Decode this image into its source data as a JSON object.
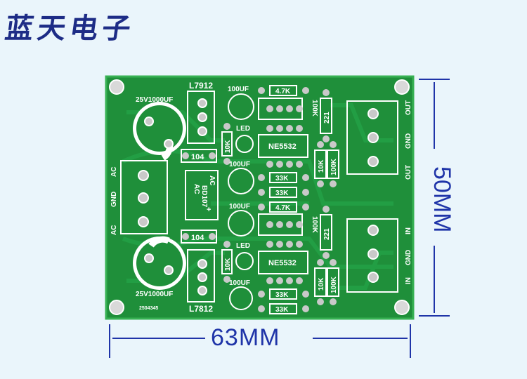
{
  "brand": {
    "name": "蓝天电子"
  },
  "board": {
    "regulator_top": "L7912",
    "regulator_bottom": "L7812",
    "cap_top": "25V1000UF",
    "cap_bottom": "25V1000UF",
    "bridge_ac1": "AC",
    "bridge_ac2": "AC",
    "bridge_part": "BD107",
    "bridge_minus": "-",
    "bridge_plus": "+",
    "cap_104_top": "104",
    "cap_104_bottom": "104",
    "ac_terminal": [
      "AC",
      "GND",
      "AC"
    ],
    "out_terminal": [
      "OUT",
      "GND",
      "OUT"
    ],
    "in_terminal": [
      "IN",
      "GND",
      "IN"
    ],
    "opamp_top": "NE5532",
    "opamp_bottom": "NE5532",
    "cap_100uf_labels": [
      "100UF",
      "100UF",
      "100UF",
      "100UF"
    ],
    "led_labels": [
      "LED",
      "LED"
    ],
    "res_10k_v": [
      "10K",
      "10K"
    ],
    "res_47k": [
      "4.7K",
      "4.7K"
    ],
    "res_33k": [
      "33K",
      "33K",
      "33K",
      "33K"
    ],
    "res_100k_v": [
      "100K",
      "100K"
    ],
    "res_221": [
      "221",
      "221"
    ],
    "res_10k_side": [
      "10K",
      "10K"
    ],
    "res_100k_side": [
      "100K",
      "100K"
    ],
    "serial": "2504345"
  },
  "dimensions": {
    "width": "63MM",
    "height": "50MM"
  }
}
